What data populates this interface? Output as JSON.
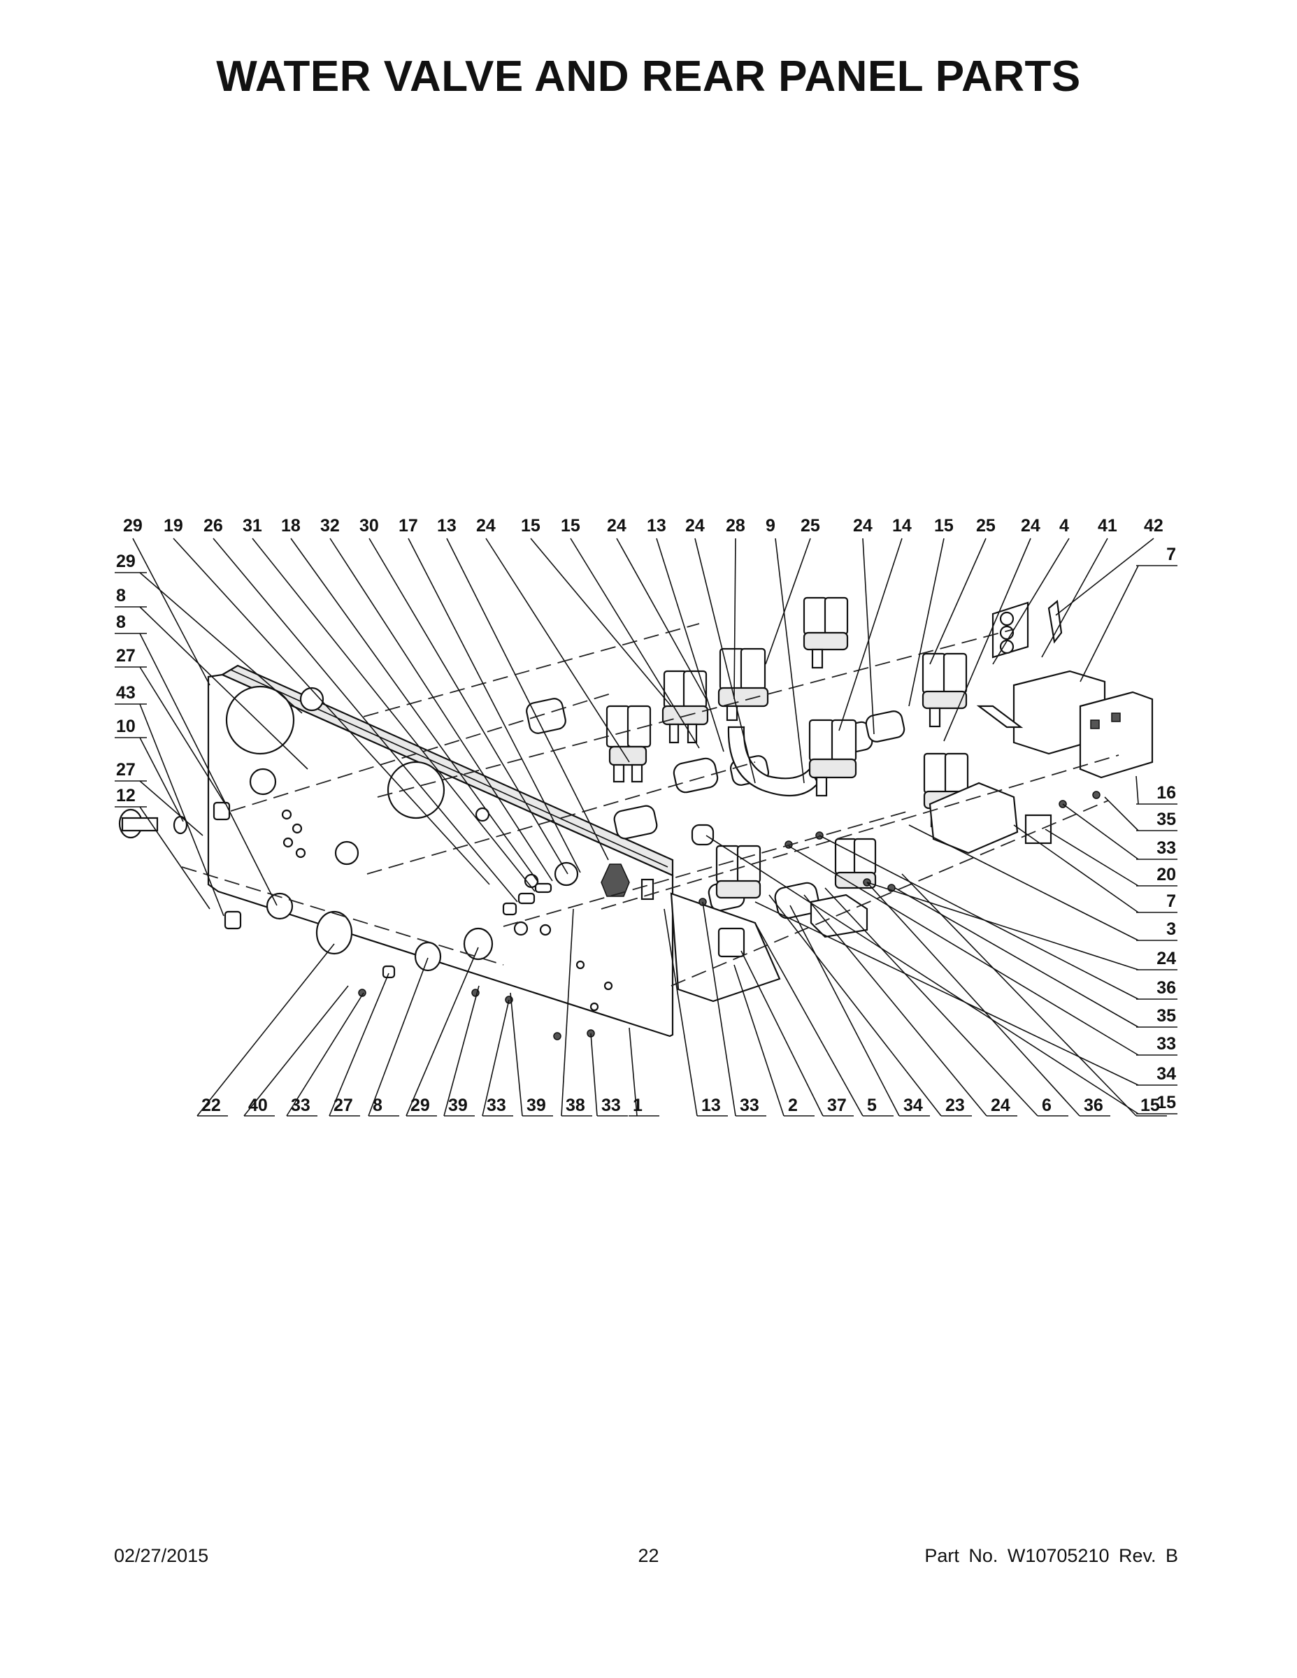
{
  "title": "WATER VALVE AND REAR PANEL PARTS",
  "diagram": {
    "top_callouts": [
      "29",
      "19",
      "26",
      "31",
      "18",
      "32",
      "30",
      "17",
      "13",
      "24",
      "15",
      "15",
      "24",
      "13",
      "24",
      "28",
      "9",
      "25",
      "24",
      "14",
      "15",
      "25",
      "24",
      "4",
      "41",
      "42"
    ],
    "left_callouts": [
      "29",
      "8",
      "8",
      "27",
      "43",
      "10",
      "27",
      "12"
    ],
    "right_callouts": [
      "7",
      "16",
      "35",
      "33",
      "20",
      "7",
      "3",
      "24",
      "36",
      "35",
      "33",
      "34",
      "15"
    ],
    "bottom_callouts": [
      "22",
      "40",
      "33",
      "27",
      "8",
      "29",
      "39",
      "33",
      "39",
      "38",
      "33",
      "1",
      "13",
      "33",
      "2",
      "37",
      "5",
      "34",
      "23",
      "24",
      "6",
      "36",
      "15"
    ]
  },
  "footer": {
    "date": "02/27/2015",
    "page_number": "22",
    "part_number": "Part No.  W10705210  Rev.  B"
  }
}
